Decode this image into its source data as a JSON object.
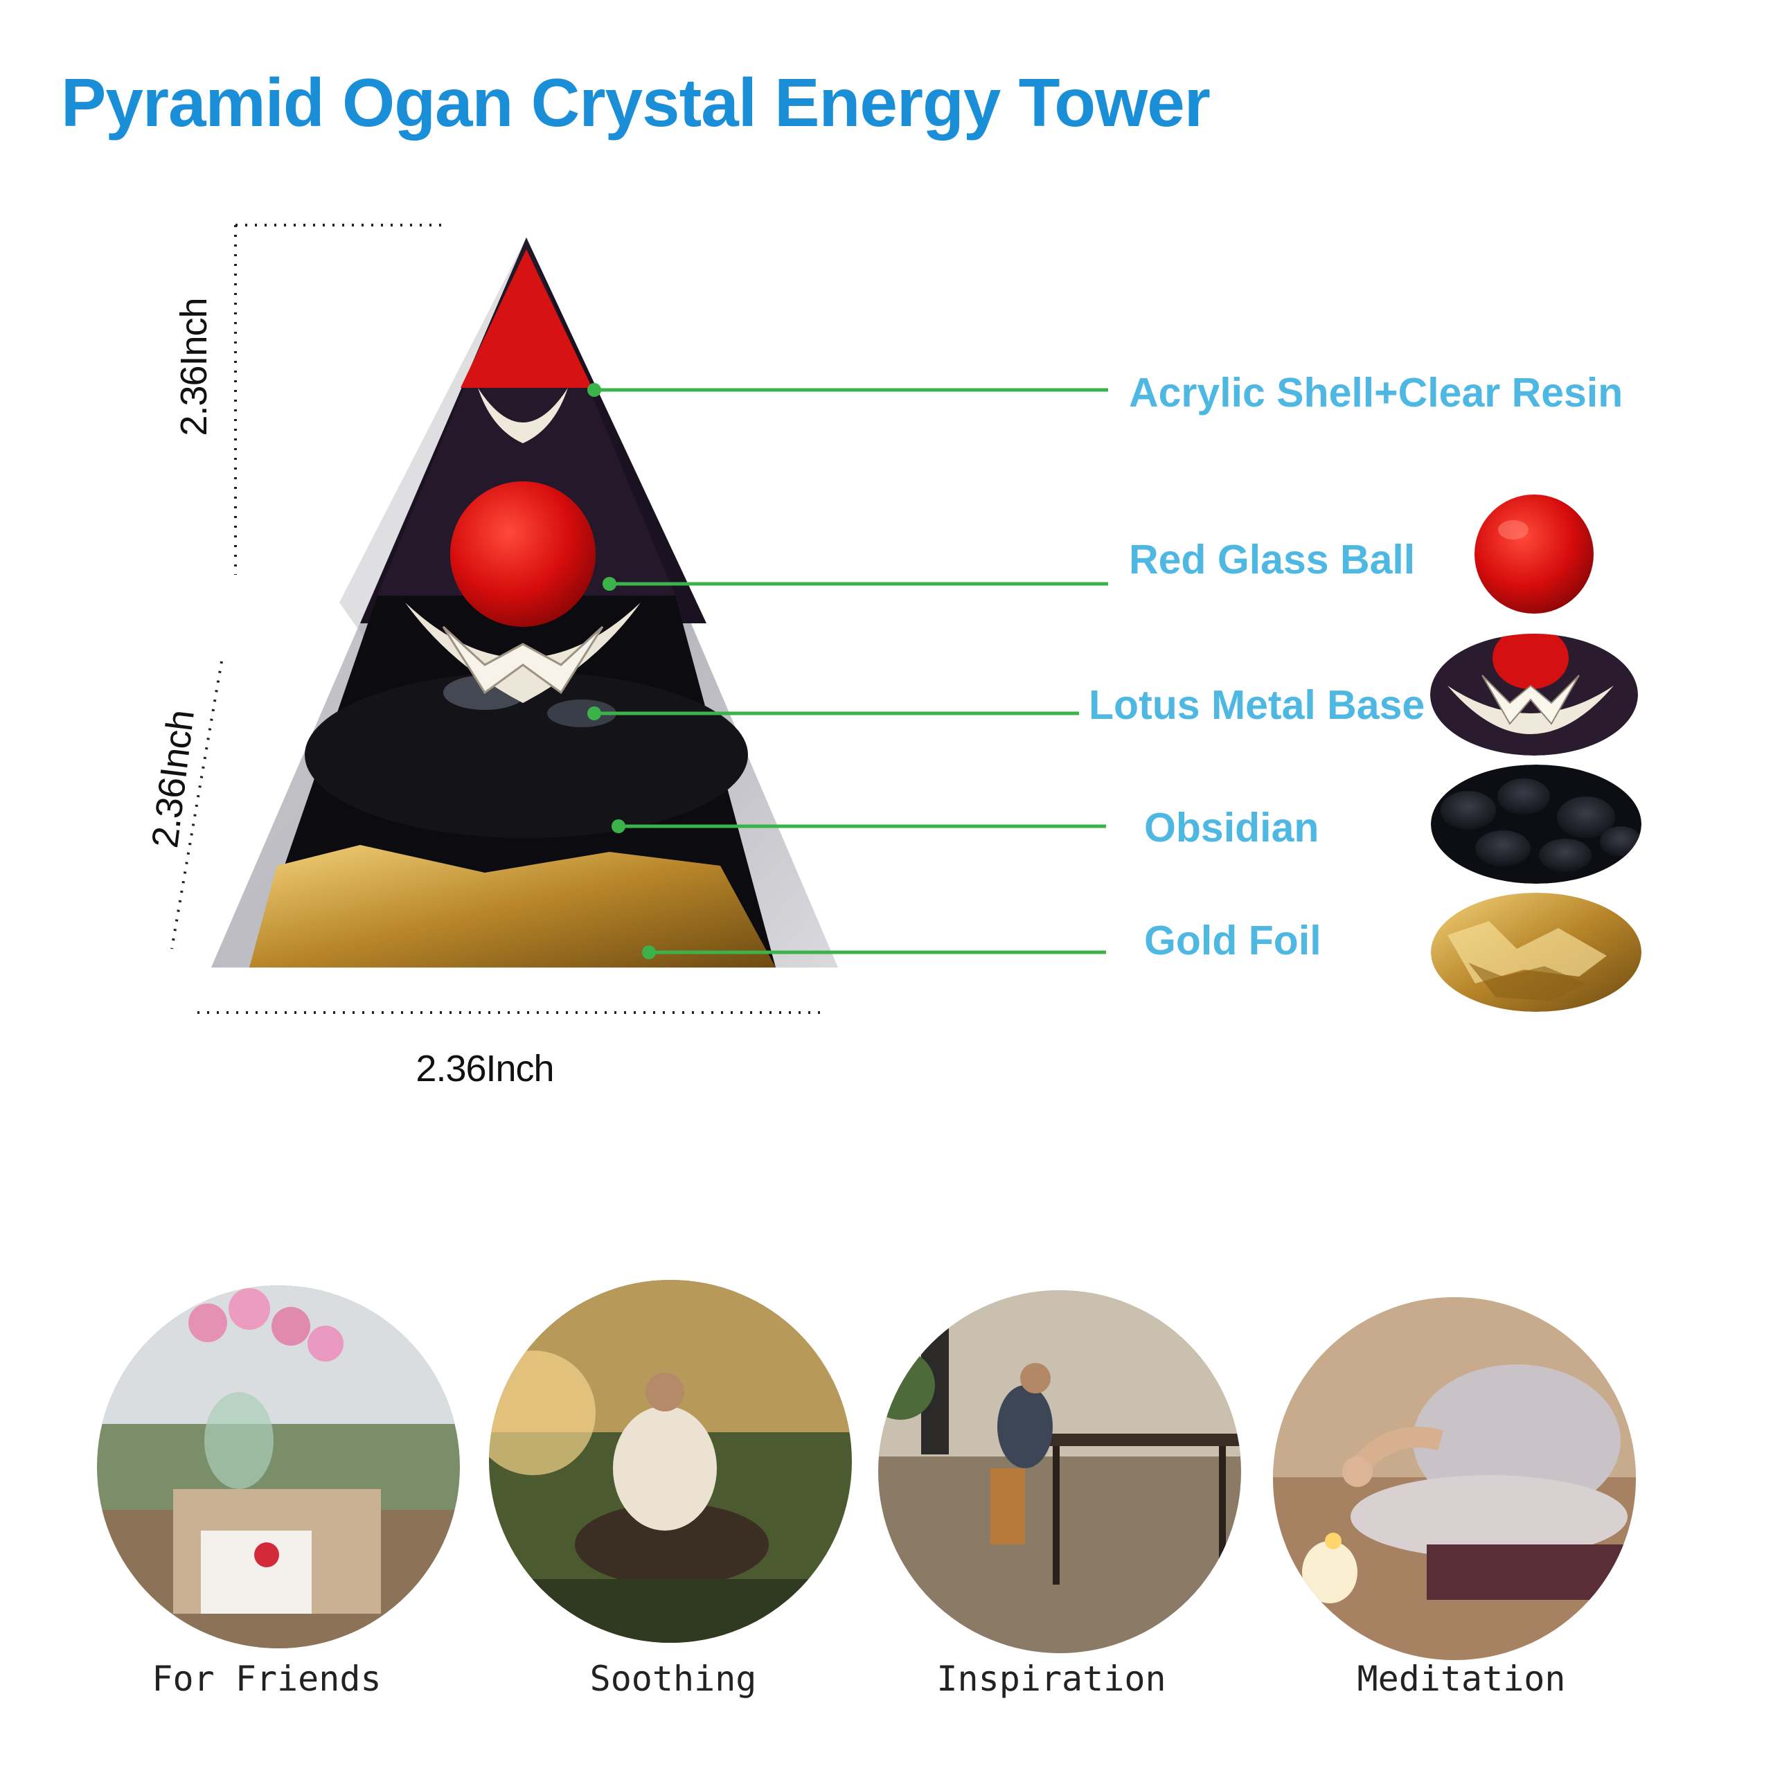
{
  "title": "Pyramid Ogan Crystal Energy Tower",
  "dimensions": {
    "height_top": "2.36Inch",
    "slant_side": "2.36Inch",
    "base_width": "2.36Inch"
  },
  "components": [
    {
      "label": "Acrylic Shell+Clear Resin",
      "icon": "pyramid-shell"
    },
    {
      "label": "Red Glass Ball",
      "icon": "red-glass-ball",
      "color": "#d90f0f"
    },
    {
      "label": "Lotus Metal Base",
      "icon": "lotus-base"
    },
    {
      "label": "Obsidian",
      "icon": "obsidian-stones"
    },
    {
      "label": "Gold Foil",
      "icon": "gold-foil"
    }
  ],
  "uses": [
    {
      "label": "For Friends",
      "icon": "gift-tulips-photo"
    },
    {
      "label": "Soothing",
      "icon": "forest-meditation-photo"
    },
    {
      "label": "Inspiration",
      "icon": "workspace-photo"
    },
    {
      "label": "Meditation",
      "icon": "yoga-pose-photo"
    }
  ],
  "colors": {
    "title": "#1a8fd8",
    "callout_text": "#4fb8e2",
    "leader_line": "#3cb34a",
    "red_accent": "#d90f0f",
    "gold": "#c8942a"
  }
}
